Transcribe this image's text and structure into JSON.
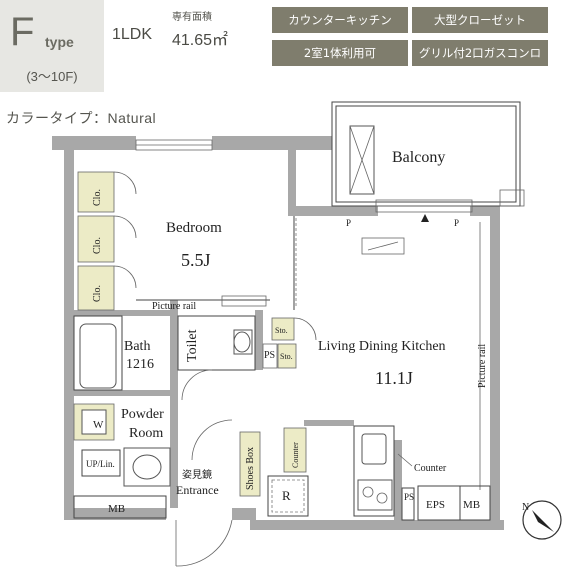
{
  "header": {
    "type_letter": "F",
    "type_word": "type",
    "floors": "(3〜10F)",
    "area_label": "専有面積",
    "layout": "1LDK",
    "area": "41.65㎡",
    "color_type": "カラータイプ：Natural"
  },
  "features": [
    "カウンターキッチン",
    "大型クローゼット",
    "2室1体利用可",
    "グリル付2口ガスコンロ"
  ],
  "rooms": {
    "balcony": "Balcony",
    "bedroom": "Bedroom",
    "bedroom_size": "5.5J",
    "living": "Living Dining Kitchen",
    "living_size": "11.1J",
    "bath": "Bath",
    "bath_size": "1216",
    "toilet": "Toilet",
    "powder": "Powder",
    "powder_room": "Room",
    "entrance_jp": "姿見鏡",
    "entrance": "Entrance"
  },
  "labels": {
    "closet": "Clo.",
    "picture_rail_h": "Picture rail",
    "picture_rail_v": "Picture rail",
    "storage": "Sto.",
    "ps": "PS",
    "w": "W",
    "uplin": "UP/Lin.",
    "shoes_box": "Shoes Box",
    "counter_small": "Counter",
    "counter": "Counter",
    "r": "R",
    "eps": "EPS",
    "mb": "MB",
    "p": "P",
    "north": "N"
  },
  "colors": {
    "badge": "#7f7d6d",
    "wall": "#a8a8a8",
    "closet": "#ecebc6"
  }
}
